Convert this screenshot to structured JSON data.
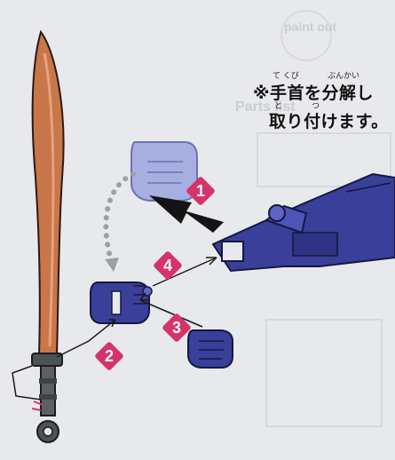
{
  "background_text": {
    "parts_list": "Parts list",
    "top": "paint out"
  },
  "note": {
    "line1_prefix": "※",
    "line1": "手首を分解し",
    "line2": "取り付けます。",
    "ruby_tekubi": "て くび",
    "ruby_bunkai": "ぶんかい",
    "ruby_to": "と",
    "ruby_tsu": "つ"
  },
  "steps": {
    "step1": "1",
    "step2": "2",
    "step3": "3",
    "step4": "4"
  },
  "colors": {
    "sword_blade": "#c9764a",
    "blue_part": "#3a3f9a",
    "ghost_part": "#a7aee0",
    "step_marker": "#d6336b"
  }
}
